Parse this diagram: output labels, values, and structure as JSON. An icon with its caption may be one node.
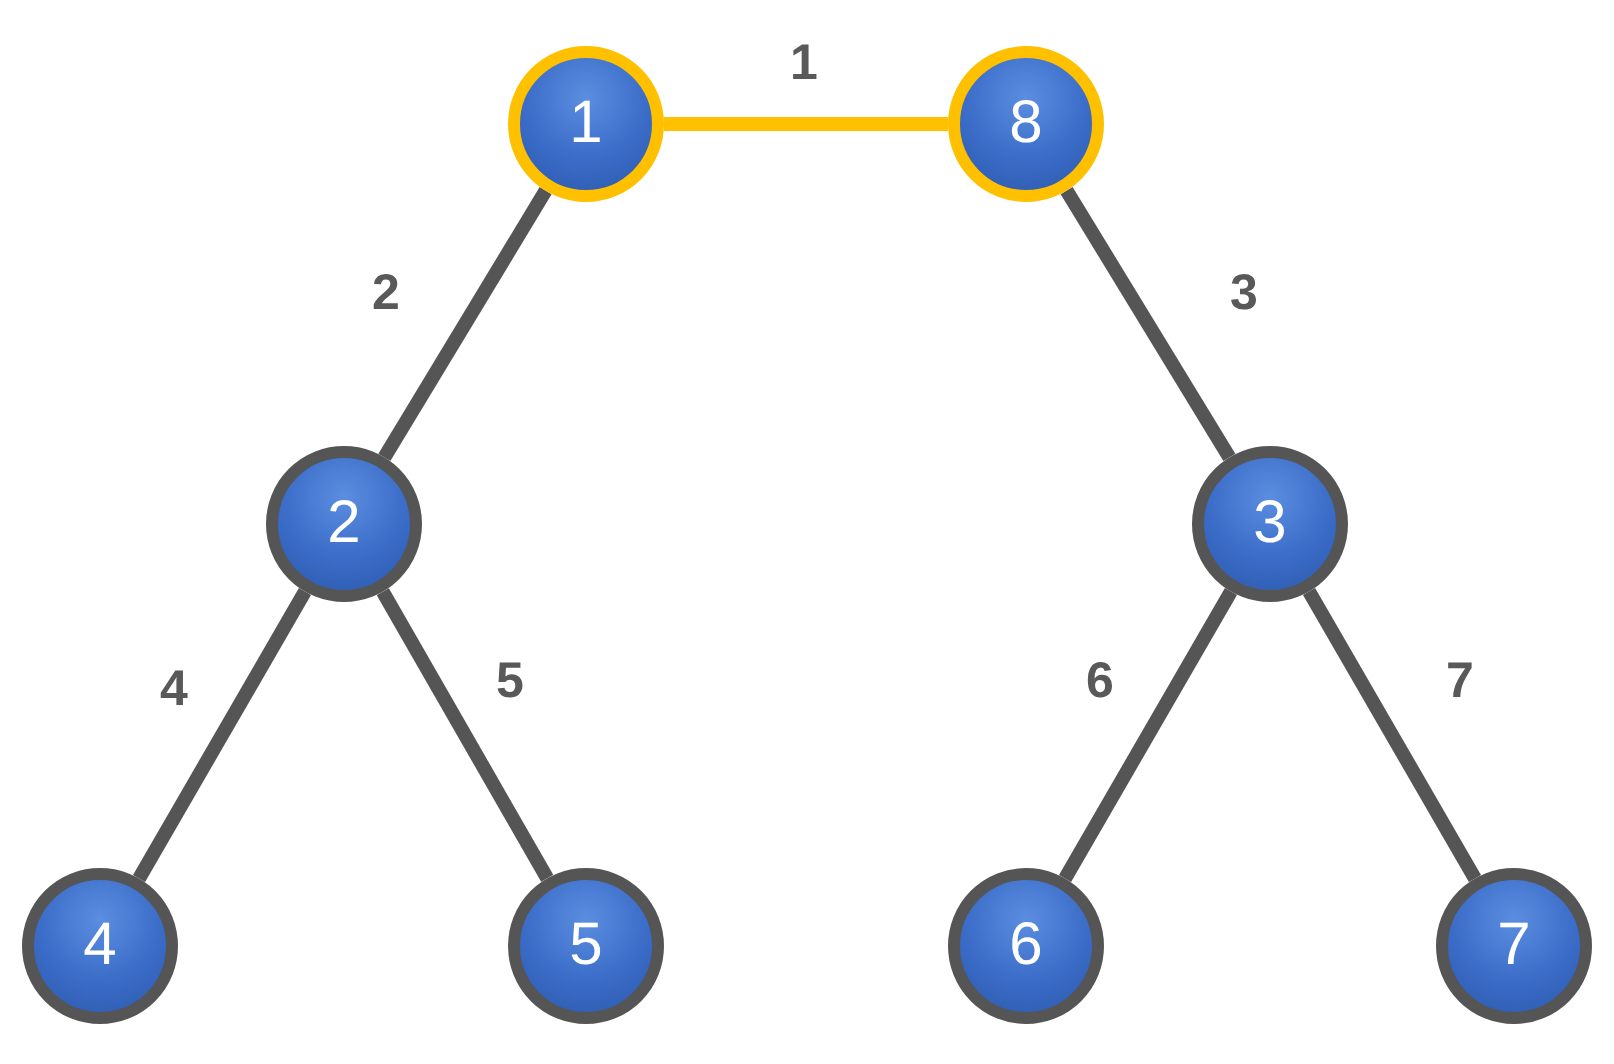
{
  "diagram": {
    "nodes": [
      {
        "text": [
          "1"
        ]
      },
      {
        "text": [
          "8"
        ]
      },
      {
        "text": [
          "2"
        ]
      },
      {
        "text": [
          "3"
        ]
      },
      {
        "text": [
          "4"
        ]
      },
      {
        "text": [
          "5"
        ]
      },
      {
        "text": [
          "6"
        ]
      },
      {
        "text": [
          "7"
        ]
      }
    ],
    "edges": [
      {
        "from": 0,
        "to": 1,
        "arrow": "none",
        "label": "1",
        "color": "#ffc000"
      },
      {
        "from": 0,
        "to": 2,
        "arrow": "none",
        "label": "2"
      },
      {
        "from": 1,
        "to": 3,
        "arrow": "none",
        "label": "3"
      },
      {
        "from": 2,
        "to": 4,
        "arrow": "none",
        "label": "4"
      },
      {
        "from": 2,
        "to": 5,
        "arrow": "none",
        "label": "5"
      },
      {
        "from": 3,
        "to": 6,
        "arrow": "none",
        "label": "6"
      },
      {
        "from": 3,
        "to": 7,
        "arrow": "none",
        "label": "7"
      }
    ]
  }
}
